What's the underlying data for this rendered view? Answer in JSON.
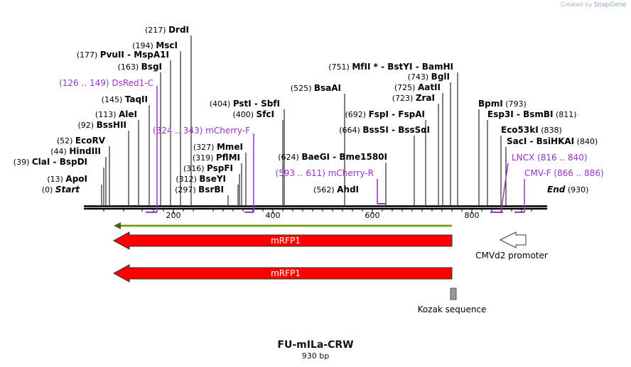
{
  "credit": {
    "prefix": "Created by",
    "brand": "SnapGene"
  },
  "map": {
    "name": "FU-mILa-CRW",
    "length_label": "930 bp",
    "length": 930,
    "start_label": "Start",
    "end_label": "End",
    "start_pos": "(0)",
    "end_pos": "(930)",
    "ticks": [
      "200",
      "400",
      "600",
      "800"
    ],
    "colors": {
      "backbone": "#000000",
      "enzyme": "#000000",
      "primer": "#9933cc",
      "feature": "#ff0000",
      "promoter": "#ffffff",
      "kozak": "#999999",
      "orf": "#99cc33"
    }
  },
  "enzymes": [
    {
      "pos": "(0)",
      "name": "Start"
    },
    {
      "pos": "(13)",
      "name": "ApoI"
    },
    {
      "pos": "(39)",
      "name": "ClaI",
      "name2": "BspDI"
    },
    {
      "pos": "(44)",
      "name": "HindIII"
    },
    {
      "pos": "(52)",
      "name": "EcoRV"
    },
    {
      "pos": "(92)",
      "name": "BssHII"
    },
    {
      "pos": "(113)",
      "name": "AleI"
    },
    {
      "pos": "(145)",
      "name": "TaqII"
    },
    {
      "pos": "(163)",
      "name": "BsgI"
    },
    {
      "pos": "(177)",
      "name": "PvuII",
      "name2": "MspA1I"
    },
    {
      "pos": "(194)",
      "name": "MscI"
    },
    {
      "pos": "(217)",
      "name": "DrdI"
    },
    {
      "pos": "(297)",
      "name": "BsrBI"
    },
    {
      "pos": "(312)",
      "name": "BseYI"
    },
    {
      "pos": "(316)",
      "name": "PspFI"
    },
    {
      "pos": "(319)",
      "name": "PflMI"
    },
    {
      "pos": "(327)",
      "name": "MmeI"
    },
    {
      "pos": "(400)",
      "name": "SfcI"
    },
    {
      "pos": "(404)",
      "name": "PstI",
      "name2": "SbfI"
    },
    {
      "pos": "(525)",
      "name": "BsaAI"
    },
    {
      "pos": "(562)",
      "name": "AhdI"
    },
    {
      "pos": "(624)",
      "name": "BaeGI",
      "name2": "Bme1580I"
    },
    {
      "pos": "(664)",
      "name": "BssSI",
      "name2": "BssSαI"
    },
    {
      "pos": "(692)",
      "name": "FspI",
      "name2": "FspAI"
    },
    {
      "pos": "(723)",
      "name": "ZraI"
    },
    {
      "pos": "(725)",
      "name": "AatII"
    },
    {
      "pos": "(743)",
      "name": "BglI"
    },
    {
      "pos": "(751)",
      "name": "MfII *",
      "name2": "BstYI",
      "name3": "BamHI"
    },
    {
      "name": "BpmI",
      "pos": "(793)"
    },
    {
      "name": "Esp3I",
      "name2": "BsmBI",
      "pos": "(811)"
    },
    {
      "name": "Eco53kI",
      "pos": "(838)"
    },
    {
      "name": "SacI",
      "name2": "BsiHKAI",
      "pos": "(840)"
    },
    {
      "name": "End",
      "pos": "(930)"
    }
  ],
  "primers": [
    {
      "range": "(126 .. 149)",
      "name": "DsRed1-C"
    },
    {
      "range": "(324 .. 343)",
      "name": "mCherry-F"
    },
    {
      "range": "(593 .. 611)",
      "name": "mCherry-R"
    },
    {
      "name": "LNCX",
      "range": "(816 .. 840)"
    },
    {
      "name": "CMV-F",
      "range": "(866 .. 886)"
    }
  ],
  "features": [
    {
      "name": "mRFP1",
      "type": "arrow-left",
      "color": "#ff0000"
    },
    {
      "name": "mRFP1",
      "type": "arrow-left",
      "color": "#ff0000"
    },
    {
      "name": "CMVd2 promoter",
      "type": "arrow-left",
      "color": "#ffffff"
    },
    {
      "name": "Kozak sequence",
      "type": "box",
      "color": "#999999"
    },
    {
      "name": "",
      "type": "orf-line",
      "color": "#99cc33"
    }
  ]
}
